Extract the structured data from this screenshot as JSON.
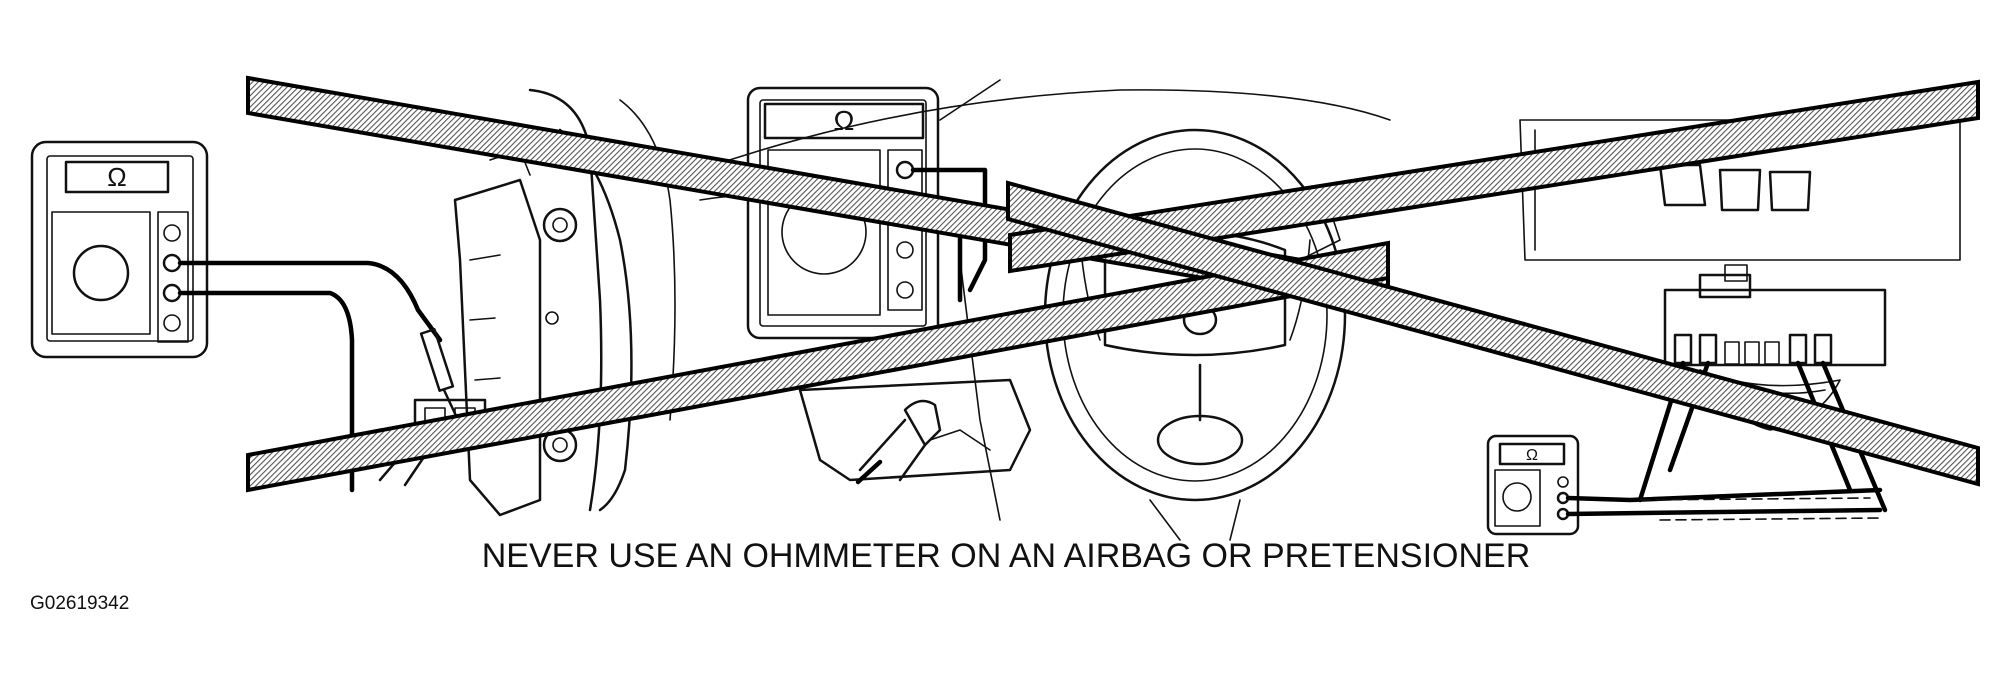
{
  "warning_caption": "NEVER USE AN OHMMETER ON AN AIRBAG OR PRETENSIONER",
  "figure_id": "G02619342",
  "meter_symbol": "Ω",
  "colors": {
    "ink": "#111111",
    "background": "#ffffff",
    "hatch": "#555555"
  },
  "icons": [
    "ohmmeter-icon",
    "airbag-module-icon",
    "steering-wheel-icon",
    "connector-icon",
    "prohibition-cross-icon"
  ]
}
